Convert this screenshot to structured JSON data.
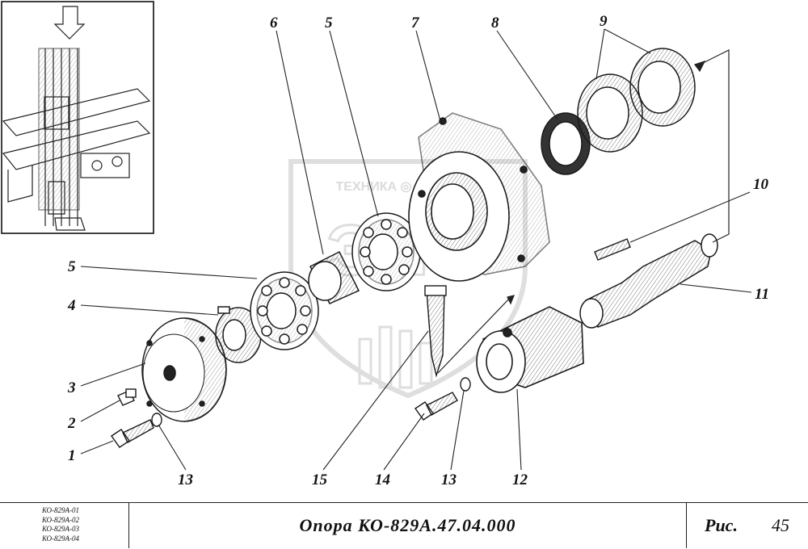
{
  "diagram": {
    "callouts": [
      "6",
      "5",
      "7",
      "8",
      "9",
      "10",
      "11",
      "5",
      "4",
      "3",
      "2",
      "1",
      "13",
      "15",
      "14",
      "13",
      "12"
    ],
    "watermark_text": "ТЕХНИКА  ◎  СЕРВИСМ",
    "watermark_logo": "ЭПФ"
  },
  "title_block": {
    "models": [
      "КО-829А-01",
      "КО-829А-02",
      "КО-829А-03",
      "КО-829А-04"
    ],
    "title": "Опора КО-829А.47.04.000",
    "figure_label": "Рис.",
    "figure_number": "45"
  },
  "colors": {
    "line": "#1a1a1a",
    "watermark": "#b8b8b8",
    "background": "#ffffff"
  }
}
